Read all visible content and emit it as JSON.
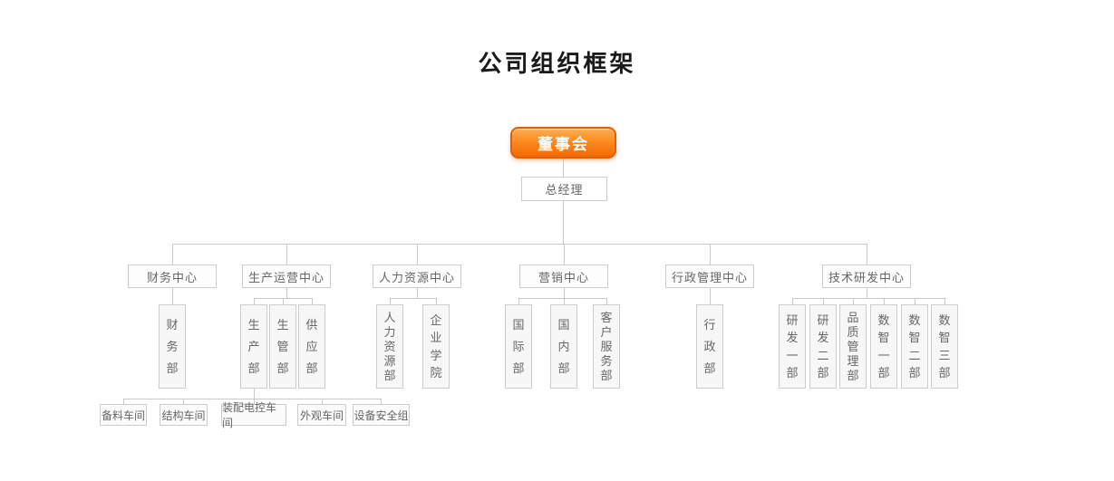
{
  "page_title": "公司组织框架",
  "org_chart": {
    "board": {
      "label": "董事会"
    },
    "general_manager": {
      "label": "总经理"
    },
    "centers": [
      {
        "label": "财务中心",
        "departments": [
          {
            "label": "财务部"
          }
        ]
      },
      {
        "label": "生产运营中心",
        "departments": [
          {
            "label": "生产部",
            "workshops": [
              {
                "label": "备料车间"
              },
              {
                "label": "结构车间"
              },
              {
                "label": "装配电控车间"
              },
              {
                "label": "外观车间"
              },
              {
                "label": "设备安全组"
              }
            ]
          },
          {
            "label": "生管部"
          },
          {
            "label": "供应部"
          }
        ]
      },
      {
        "label": "人力资源中心",
        "departments": [
          {
            "label": "人力资源部"
          },
          {
            "label": "企业学院"
          }
        ]
      },
      {
        "label": "营销中心",
        "departments": [
          {
            "label": "国际部"
          },
          {
            "label": "国内部"
          },
          {
            "label": "客户服务部"
          }
        ]
      },
      {
        "label": "行政管理中心",
        "departments": [
          {
            "label": "行政部"
          }
        ]
      },
      {
        "label": "技术研发中心",
        "departments": [
          {
            "label": "研发一部"
          },
          {
            "label": "研发二部"
          },
          {
            "label": "品质管理部"
          },
          {
            "label": "数智一部"
          },
          {
            "label": "数智二部"
          },
          {
            "label": "数智三部"
          }
        ]
      }
    ]
  },
  "colors": {
    "board_gradient_top": "#ffae55",
    "board_gradient_bottom": "#f26804",
    "board_border": "#e55d00",
    "board_text": "#ffffff",
    "connector_line": "#c9c9c9",
    "box_border": "#cccccc",
    "box_background": "#fcfcfc",
    "department_box_background": "#f7f7f7",
    "text": "#666666",
    "title_text": "#1a1a1a",
    "page_background": "#ffffff"
  }
}
